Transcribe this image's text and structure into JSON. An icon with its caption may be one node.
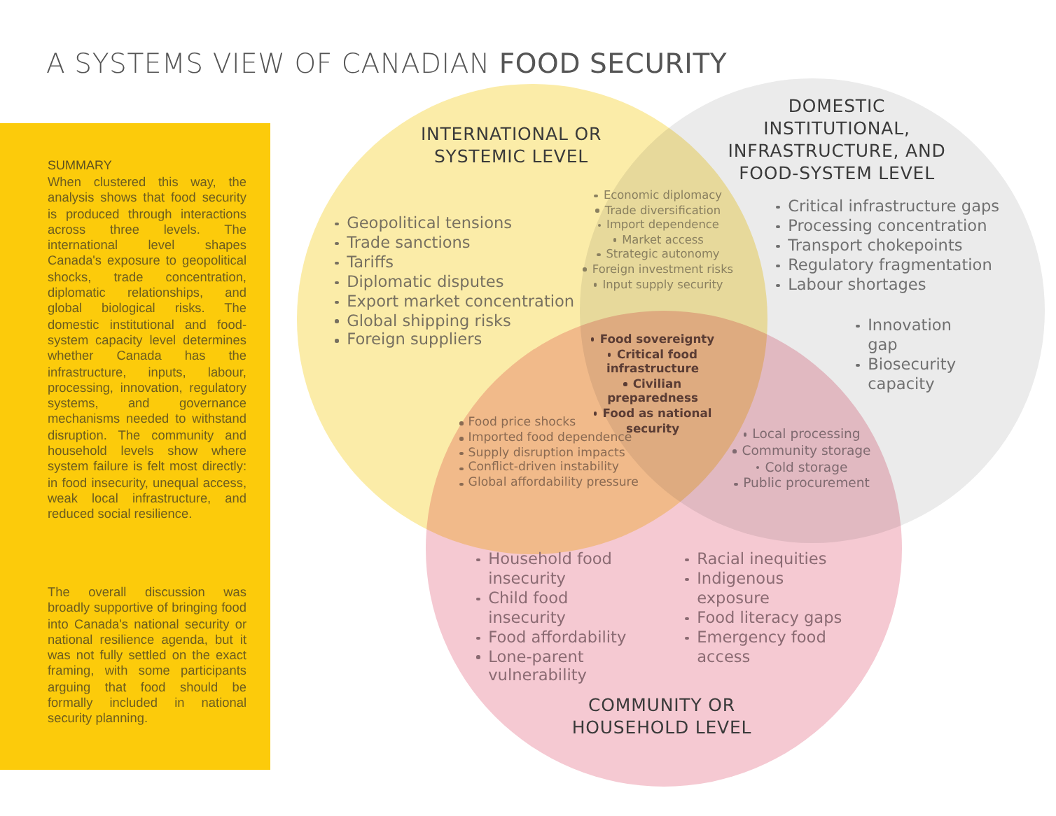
{
  "diagram": {
    "title": "A SYSTEMS VIEW OF CANADIAN **FOOD SECURITY**",
    "nodes": [
      {
        "text": [
          "SUMMARY",
          "When clustered this way, the analysis shows that food security is produced through interactions across three levels. The international level shapes Canada's exposure to geopolitical shocks, trade concentration, diplomatic relationships, and global biological risks. The domestic institutional and food-system capacity level determines whether Canada has the infrastructure, inputs, labour, processing, innovation, regulatory systems, and governance mechanisms needed to withstand disruption. The community and household levels show where system failure is felt most directly: in food insecurity, unequal access, weak local infrastructure, and reduced social resilience.",
          "The overall discussion was broadly supportive of bringing food into Canada's national security or national resilience agenda, but it was not fully settled on the exact framing, with some participants arguing that food should be formally included in national security planning."
        ]
      },
      {
        "text": [
          "INTERNATIONAL OR SYSTEMIC LEVEL",
          "Geopolitical tensions",
          "Trade sanctions",
          "Tariffs",
          "Diplomatic disputes",
          "Export market concentration",
          "Global shipping risks",
          "Foreign suppliers"
        ]
      },
      {
        "text": [
          "DOMESTIC INSTITUTIONAL, INFRASTRUCTURE, AND FOOD-SYSTEM LEVEL",
          "Critical infrastructure gaps",
          "Processing concentration",
          "Transport chokepoints",
          "Regulatory fragmentation",
          "Labour shortages",
          "Innovation gap",
          "Biosecurity capacity"
        ]
      },
      {
        "text": [
          "COMMUNITY OR HOUSEHOLD LEVEL",
          "Household food insecurity",
          "Child food insecurity",
          "Food affordability",
          "Lone-parent vulnerability",
          "Racial inequities",
          "Indigenous exposure",
          "Food literacy gaps",
          "Emergency food access"
        ]
      }
    ],
    "labels": [
      "Economic diplomacy",
      "Trade diversification",
      "Import dependence",
      "Market access",
      "Strategic autonomy",
      "Foreign investment risks",
      "Input supply security",
      "Food sovereignty",
      "Critical food infrastructure",
      "Civilian preparedness",
      "Food as national security",
      "Food price shocks",
      "Imported food dependence",
      "Supply disruption impacts",
      "Conflict-driven instability",
      "Global affordability pressure",
      "Local processing",
      "Community storage",
      "Cold storage",
      "Public procurement"
    ]
  }
}
